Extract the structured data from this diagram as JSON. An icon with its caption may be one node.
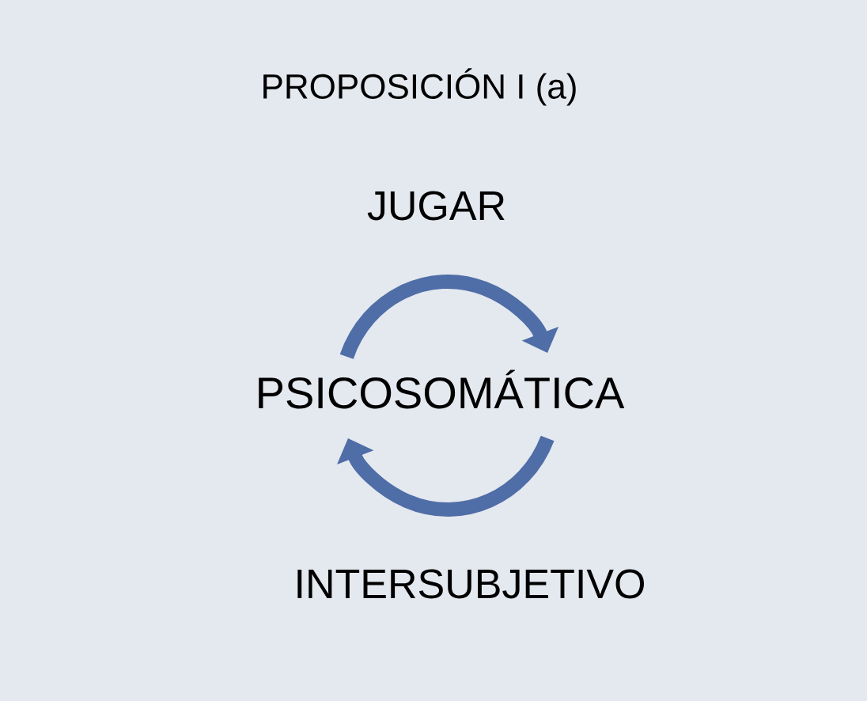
{
  "diagram": {
    "title": "PROPOSICIÓN I (a)",
    "labels": [
      "JUGAR",
      "PSICOSOMÁTICA",
      "INTERSUBJETIVO"
    ]
  }
}
